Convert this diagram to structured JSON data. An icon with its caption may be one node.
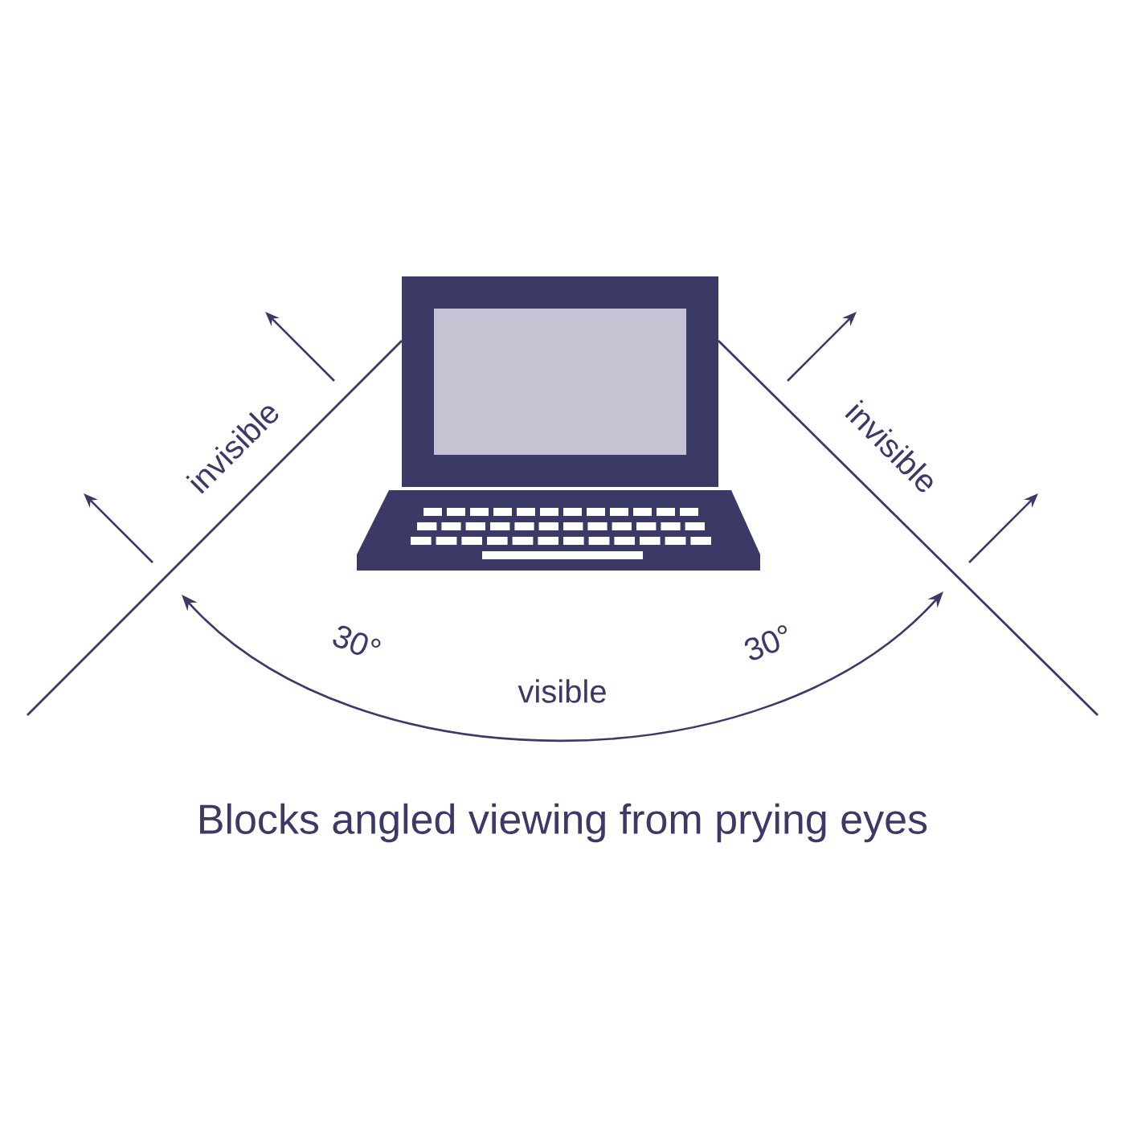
{
  "diagram": {
    "caption": "Blocks angled viewing from prying eyes",
    "labels": [
      "invisible",
      "invisible",
      "30°",
      "30°",
      "visible"
    ]
  }
}
